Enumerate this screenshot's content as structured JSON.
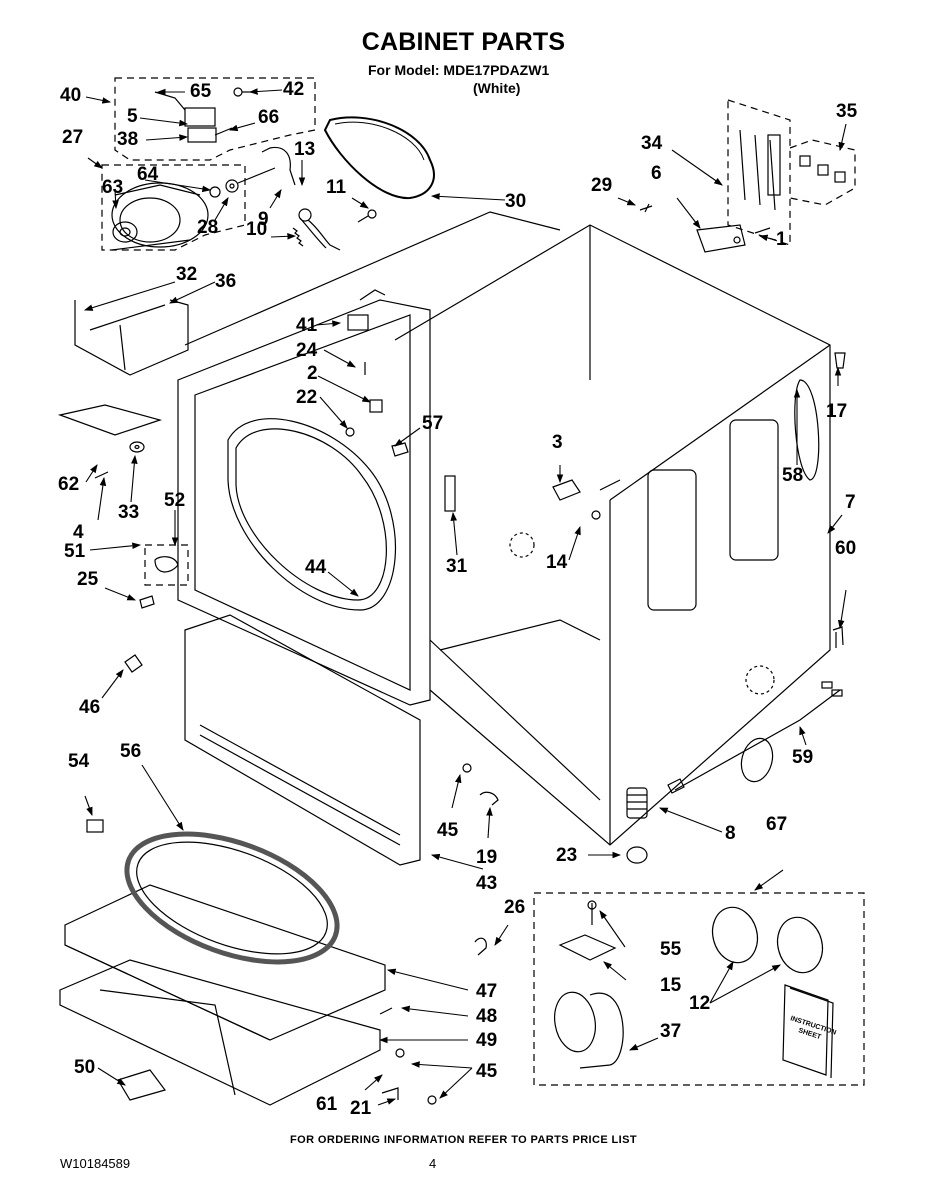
{
  "header": {
    "title": "CABINET PARTS",
    "model_line": "For Model: MDE17PDAZW1",
    "color_line": "(White)"
  },
  "callouts": {
    "c40": "40",
    "c65": "65",
    "c42": "42",
    "c5": "5",
    "c66": "66",
    "c38": "38",
    "c27": "27",
    "c13": "13",
    "c64": "64",
    "c63": "63",
    "c11": "11",
    "c28": "28",
    "c9": "9",
    "c10": "10",
    "c30": "30",
    "c29": "29",
    "c6": "6",
    "c34": "34",
    "c35": "35",
    "c1": "1",
    "c32": "32",
    "c36": "36",
    "c41": "41",
    "c24": "24",
    "c2": "2",
    "c22": "22",
    "c57": "57",
    "c17": "17",
    "c58": "58",
    "c62": "62",
    "c33": "33",
    "c4": "4",
    "c52": "52",
    "c51": "51",
    "c3": "3",
    "c31": "31",
    "c14": "14",
    "c7": "7",
    "c60": "60",
    "c25": "25",
    "c44": "44",
    "c46": "46",
    "c59": "59",
    "c45a": "45",
    "c19": "19",
    "c8": "8",
    "c23": "23",
    "c67": "67",
    "c54": "54",
    "c56": "56",
    "c43": "43",
    "c26": "26",
    "c55": "55",
    "c15": "15",
    "c12": "12",
    "c47": "47",
    "c48": "48",
    "c49": "49",
    "c37": "37",
    "c50": "50",
    "c45b": "45",
    "c61": "61",
    "c21": "21"
  },
  "instruction_sheet": {
    "line1": "INSTRUCTION",
    "line2": "SHEET"
  },
  "footer": {
    "ordering_note": "FOR ORDERING INFORMATION REFER TO PARTS PRICE LIST",
    "document_number": "W10184589",
    "page_number": "4"
  }
}
